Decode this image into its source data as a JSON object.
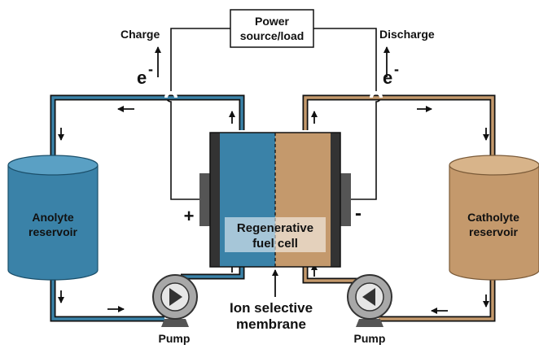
{
  "power_box": {
    "line1": "Power",
    "line2": "source/load"
  },
  "charge": {
    "label": "Charge",
    "electron": "e",
    "superscript": "-"
  },
  "discharge": {
    "label": "Discharge",
    "electron": "e",
    "superscript": "-"
  },
  "anolyte": {
    "line1": "Anolyte",
    "line2": "reservoir"
  },
  "catholyte": {
    "line1": "Catholyte",
    "line2": "reservoir"
  },
  "fuel_cell": {
    "line1": "Regenerative",
    "line2": "fuel cell"
  },
  "membrane": {
    "line1": "Ion selective",
    "line2": "membrane"
  },
  "pump_left": {
    "label": "Pump"
  },
  "pump_right": {
    "label": "Pump"
  },
  "electrode_plus": {
    "sign": "+"
  },
  "electrode_minus": {
    "sign": "-"
  },
  "colors": {
    "anolyte_blue": "#3a82a8",
    "catholyte_tan": "#c4996c",
    "pipe_outline": "#1a1a1a",
    "pump_gray": "#a8a8a8"
  }
}
